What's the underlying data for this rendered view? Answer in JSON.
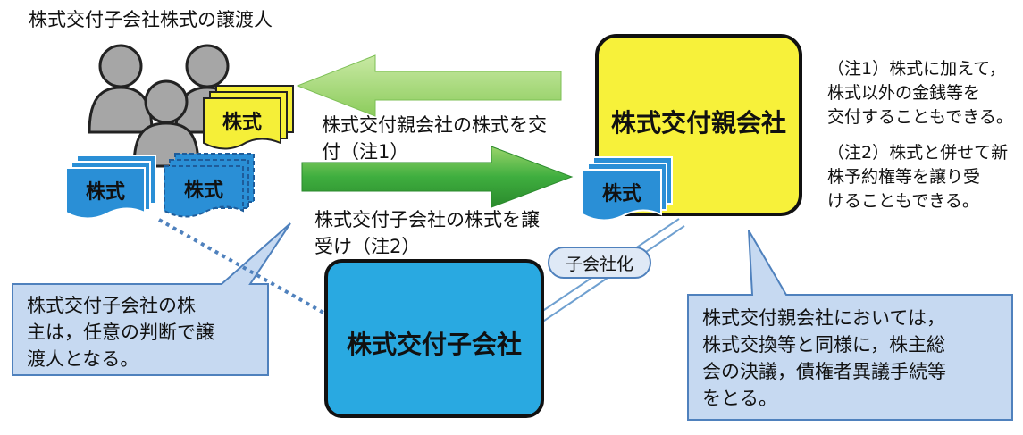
{
  "title": "株式交付子会社株式の譲渡人",
  "parent_company": "株式交付親会社",
  "subsidiary_company": "株式交付子会社",
  "share_label": "株式",
  "arrow_top_label_line1": "株式交付親会社の株式を交",
  "arrow_top_label_line2": "付（注1）",
  "arrow_bottom_label_line1": "株式交付子会社の株式を譲",
  "arrow_bottom_label_line2": "受け（注2）",
  "subsidiarization_badge": "子会社化",
  "note1_line1": "（注1）株式に加えて，",
  "note1_line2": "株式以外の金銭等を",
  "note1_line3": "交付することもできる。",
  "note2_line1": "（注2）株式と併せて新",
  "note2_line2": "株予約権等を譲り受",
  "note2_line3": "けることもできる。",
  "callout_left_line1": "株式交付子会社の株",
  "callout_left_line2": "主は，任意の判断で譲",
  "callout_left_line3": "渡人となる。",
  "callout_right_line1": "株式交付親会社においては，",
  "callout_right_line2": "株式交換等と同様に，株主総",
  "callout_right_line3": "会の決議，債権者異議手続等",
  "callout_right_line4": "をとる。",
  "colors": {
    "parent_fill": "#f7f13a",
    "subsidiary_fill": "#29a9e1",
    "share_blue": "#2a8fd6",
    "share_yellow": "#f5ef38",
    "arrow_green": "#3fae3f",
    "callout_fill": "#c6d9f1",
    "callout_stroke": "#4f81bd",
    "person_fill": "#a6a6a6"
  }
}
